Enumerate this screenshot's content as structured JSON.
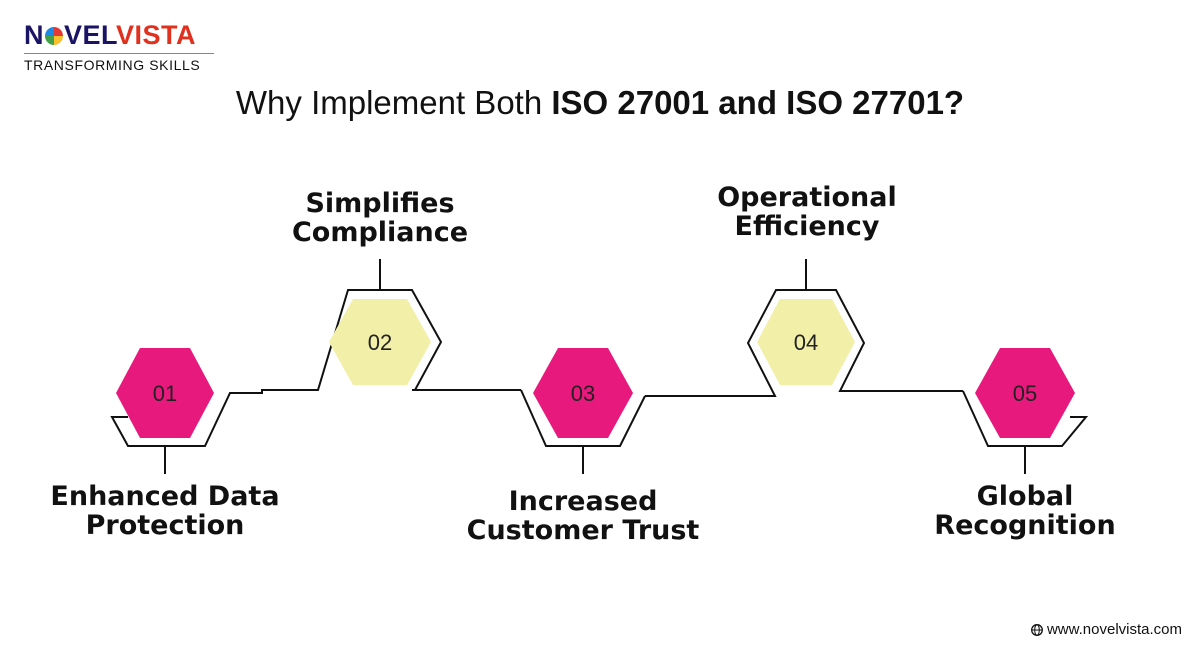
{
  "brand": {
    "logo_letters": [
      "N",
      "O",
      "VEL",
      "VISTA"
    ],
    "tagline": "TRANSFORMING SKILLS"
  },
  "title": {
    "normal": "Why Implement Both ",
    "bold": "ISO 27001 and ISO 27701?"
  },
  "steps": [
    {
      "number": "01",
      "label_line1": "Enhanced Data",
      "label_line2": "Protection",
      "color": "#e8197d"
    },
    {
      "number": "02",
      "label_line1": "Simplifies",
      "label_line2": "Compliance",
      "color": "#f2efa8"
    },
    {
      "number": "03",
      "label_line1": "Increased",
      "label_line2": "Customer Trust",
      "color": "#e8197d"
    },
    {
      "number": "04",
      "label_line1": "Operational",
      "label_line2": "Efficiency",
      "color": "#f2efa8"
    },
    {
      "number": "05",
      "label_line1": "Global",
      "label_line2": "Recognition",
      "color": "#e8197d"
    }
  ],
  "footer": {
    "website": "www.novelvista.com",
    "icon": "globe-icon"
  }
}
